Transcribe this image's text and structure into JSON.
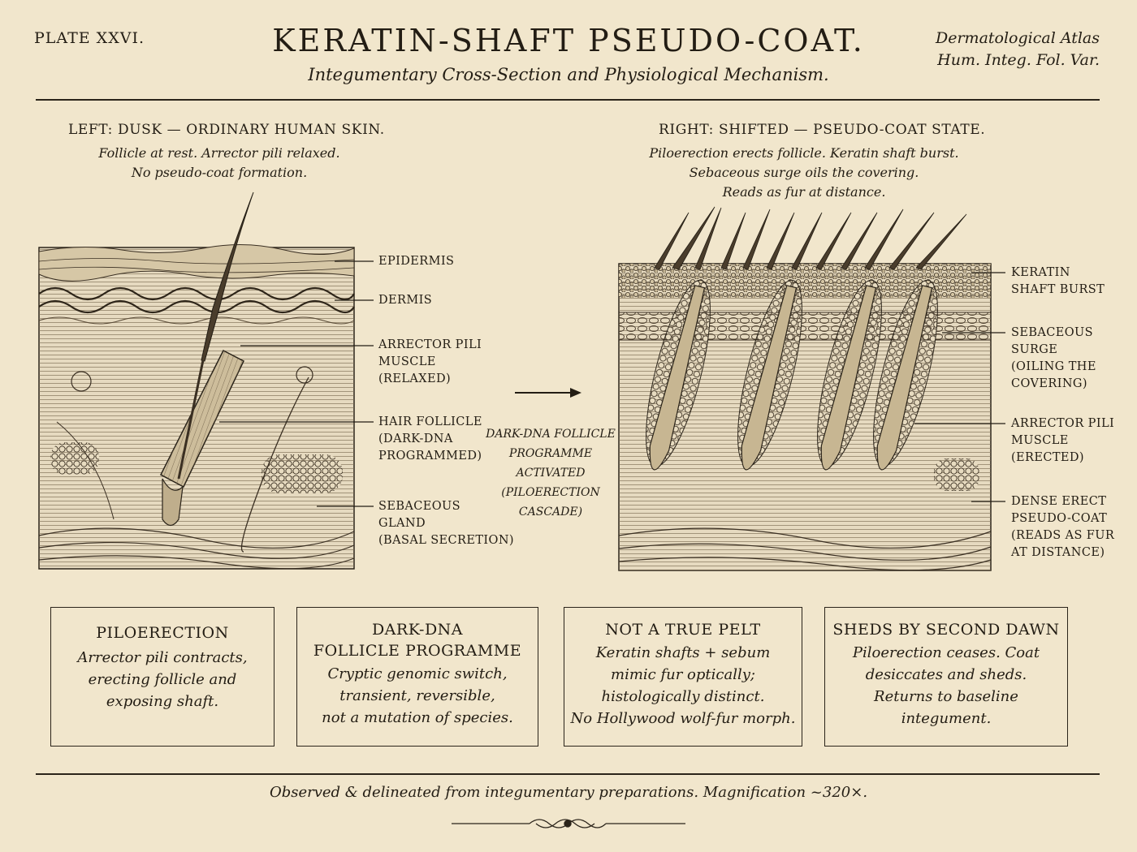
{
  "header": {
    "plate": "PLATE XXVI.",
    "title": "KERATIN-SHAFT PSEUDO-COAT.",
    "subtitle": "Integumentary Cross-Section and Physiological Mechanism.",
    "atlas_name": "Dermatological Atlas",
    "atlas_code": "Hum. Integ. Fol. Var."
  },
  "left_panel": {
    "heading": "LEFT: DUSK — ORDINARY HUMAN SKIN.",
    "subtext": [
      "Follicle at rest. Arrector pili relaxed.",
      "No pseudo-coat formation."
    ],
    "labels": {
      "epidermis": [
        "EPIDERMIS"
      ],
      "dermis": [
        "DERMIS"
      ],
      "arrector": [
        "ARRECTOR PILI",
        "MUSCLE",
        "(RELAXED)"
      ],
      "follicle": [
        "HAIR FOLLICLE",
        "(DARK-DNA",
        "PROGRAMMED)"
      ],
      "sebaceous": [
        "SEBACEOUS",
        "GLAND",
        "(BASAL SECRETION)"
      ]
    }
  },
  "transition": {
    "text": [
      "DARK-DNA FOLLICLE",
      "PROGRAMME ACTIVATED",
      "(PILOERECTION CASCADE)"
    ]
  },
  "right_panel": {
    "heading": "RIGHT: SHIFTED — PSEUDO-COAT STATE.",
    "subtext": [
      "Piloerection erects follicle. Keratin shaft burst.",
      "Sebaceous surge oils the covering.",
      "Reads as fur at distance."
    ],
    "labels": {
      "keratin": [
        "KERATIN",
        "SHAFT BURST"
      ],
      "sebaceous": [
        "SEBACEOUS",
        "SURGE",
        "(OILING THE",
        "COVERING)"
      ],
      "arrector": [
        "ARRECTOR PILI",
        "MUSCLE",
        "(ERECTED)"
      ],
      "pseudocoat": [
        "DENSE ERECT",
        "PSEUDO-COAT",
        "(READS AS FUR",
        "AT DISTANCE)"
      ]
    }
  },
  "boxes": [
    {
      "title": [
        "PILOERECTION"
      ],
      "text": [
        "Arrector pili contracts,",
        "erecting follicle and",
        "exposing shaft."
      ]
    },
    {
      "title": [
        "DARK-DNA",
        "FOLLICLE PROGRAMME"
      ],
      "text": [
        "Cryptic genomic switch,",
        "transient, reversible,",
        "not a mutation of species."
      ]
    },
    {
      "title": [
        "NOT A TRUE PELT"
      ],
      "text": [
        "Keratin shafts + sebum",
        "mimic fur optically;",
        "histologically distinct.",
        "No Hollywood wolf-fur morph."
      ]
    },
    {
      "title": [
        "SHEDS BY SECOND DAWN"
      ],
      "text": [
        "Piloerection ceases. Coat",
        "desiccates and sheds.",
        "Returns to baseline",
        "integument."
      ]
    }
  ],
  "footer": {
    "note": "Observed & delineated from integumentary preparations. Magnification ~320×."
  },
  "colors": {
    "paper": "#f1e6cc",
    "ink": "#231d14",
    "shade": "#d8c9a8"
  }
}
